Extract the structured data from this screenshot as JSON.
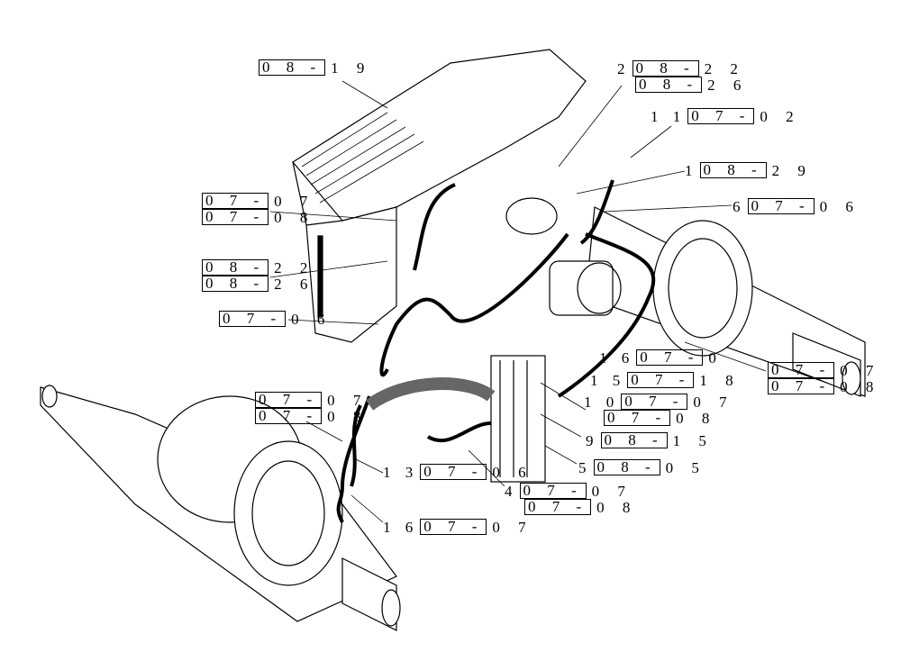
{
  "diagram": {
    "callouts": [
      {
        "id": "c1",
        "item": "",
        "refs": [
          {
            "prefix": "0 8 -",
            "suffix": "1 9"
          }
        ]
      },
      {
        "id": "c2",
        "item": "",
        "refs": [
          {
            "prefix": "0 7 -",
            "suffix": "0 7"
          },
          {
            "prefix": "0 7 -",
            "suffix": "0 8"
          }
        ]
      },
      {
        "id": "c3",
        "item": "",
        "refs": [
          {
            "prefix": "0 8 -",
            "suffix": "2 2"
          },
          {
            "prefix": "0 8 -",
            "suffix": "2 6"
          }
        ]
      },
      {
        "id": "c4",
        "item": "",
        "refs": [
          {
            "prefix": "0 7 -",
            "suffix": "0 6"
          }
        ]
      },
      {
        "id": "c5",
        "item": "2",
        "refs": [
          {
            "prefix": "0 8 -",
            "suffix": "2 2"
          },
          {
            "prefix": "0 8 -",
            "suffix": "2 6"
          }
        ]
      },
      {
        "id": "c6",
        "item": "1 1",
        "refs": [
          {
            "prefix": "0 7 -",
            "suffix": "0 2"
          }
        ]
      },
      {
        "id": "c7",
        "item": "1",
        "refs": [
          {
            "prefix": "0 8 -",
            "suffix": "2 9"
          }
        ]
      },
      {
        "id": "c8",
        "item": "6",
        "refs": [
          {
            "prefix": "0 7 -",
            "suffix": "0 6"
          }
        ]
      },
      {
        "id": "c9",
        "item": "1 6",
        "refs": [
          {
            "prefix": "0 7 -",
            "suffix": "0"
          }
        ]
      },
      {
        "id": "c10",
        "item": "1 5",
        "refs": [
          {
            "prefix": "0 7 -",
            "suffix": "1 8"
          }
        ]
      },
      {
        "id": "c11",
        "item": "",
        "refs": [
          {
            "prefix": "0 7 -",
            "suffix": "0 7"
          },
          {
            "prefix": "0 7 -",
            "suffix": "0 8"
          }
        ]
      },
      {
        "id": "c12",
        "item": "1 0",
        "refs": [
          {
            "prefix": "0 7 -",
            "suffix": "0 7"
          },
          {
            "prefix": "0 7 -",
            "suffix": "0 8"
          }
        ]
      },
      {
        "id": "c13",
        "item": "9",
        "refs": [
          {
            "prefix": "0 8 -",
            "suffix": "1 5"
          }
        ]
      },
      {
        "id": "c14",
        "item": "5",
        "refs": [
          {
            "prefix": "0 8 -",
            "suffix": "0 5"
          }
        ]
      },
      {
        "id": "c15",
        "item": "4",
        "refs": [
          {
            "prefix": "0 7 -",
            "suffix": "0 7"
          },
          {
            "prefix": "0 7 -",
            "suffix": "0 8"
          }
        ]
      },
      {
        "id": "c16",
        "item": "1 3",
        "refs": [
          {
            "prefix": "0 7 -",
            "suffix": "0 6"
          }
        ]
      },
      {
        "id": "c17",
        "item": "1 6",
        "refs": [
          {
            "prefix": "0 7 -",
            "suffix": "0 7"
          }
        ]
      },
      {
        "id": "c18",
        "item": "",
        "refs": [
          {
            "prefix": "0 7 -",
            "suffix": "0 7"
          },
          {
            "prefix": "0 7 -",
            "suffix": "0 8"
          }
        ]
      }
    ]
  }
}
